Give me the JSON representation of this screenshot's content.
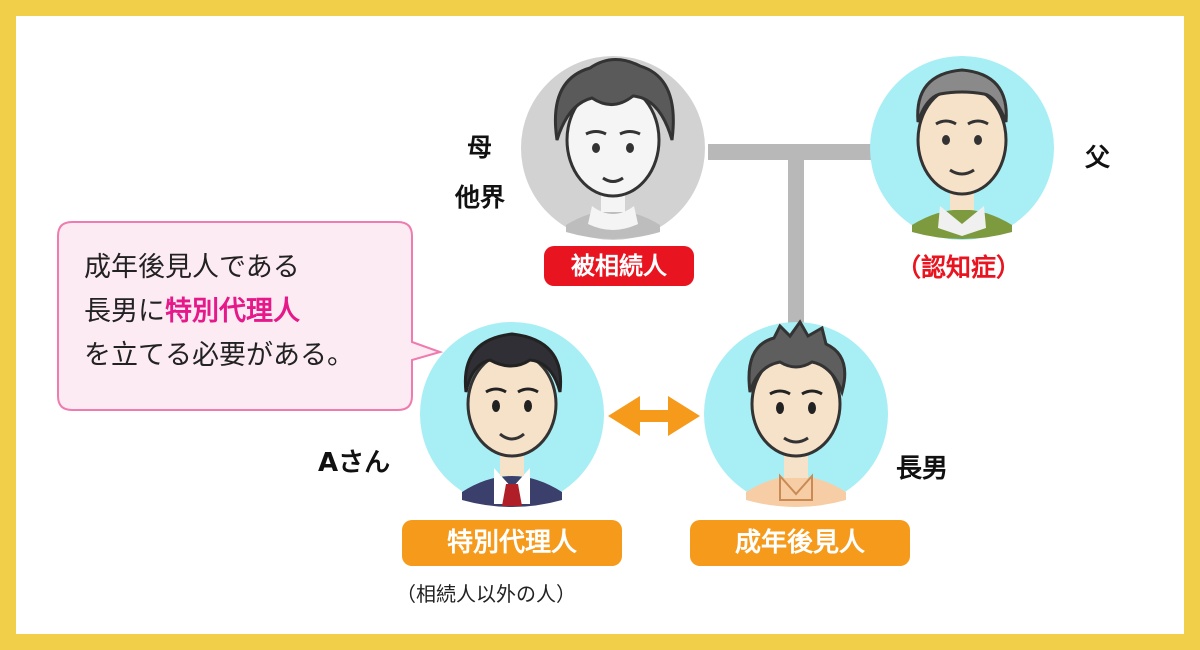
{
  "people": {
    "mother": {
      "label_line1": "母",
      "label_line2": "他界",
      "badge": "被相続人"
    },
    "father": {
      "label": "父",
      "note": "（認知症）"
    },
    "person_a": {
      "label": "Aさん",
      "badge": "特別代理人",
      "note": "（相続人以外の人）"
    },
    "eldest_son": {
      "label": "長男",
      "badge": "成年後見人"
    }
  },
  "callout": {
    "line1": "成年後見人である",
    "line2_prefix": "長男に",
    "line2_highlight": "特別代理人",
    "line3": "を立てる必要がある。"
  },
  "colors": {
    "frame": "#f2cf48",
    "red_badge": "#e8141f",
    "orange_badge": "#f59a1b",
    "highlight": "#e6198a",
    "connector": "#b8b8b8",
    "avatar_grey": "#d2d2d2",
    "avatar_blue": "#a8eef5",
    "callout_border": "#ef7bb0",
    "callout_fill": "#fdebf3"
  }
}
